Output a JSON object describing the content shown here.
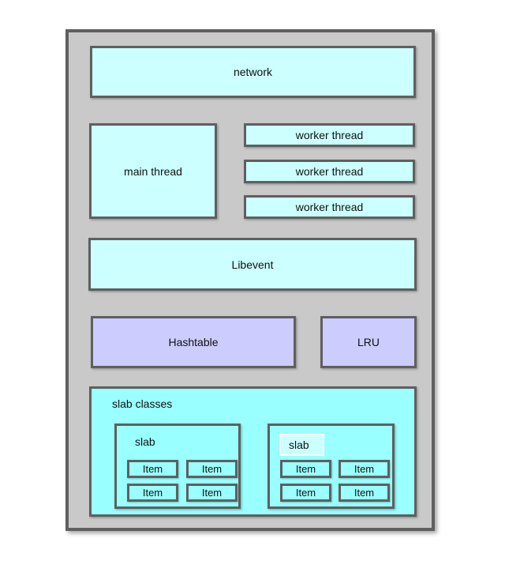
{
  "diagram": {
    "boxes": {
      "network": "network",
      "main_thread": "main thread",
      "worker_threads": [
        "worker thread",
        "worker thread",
        "worker thread"
      ],
      "libevent": "Libevent",
      "hashtable": "Hashtable",
      "lru": "LRU",
      "slab_classes_label": "slab classes",
      "slabs": [
        {
          "label": "slab",
          "editing": false,
          "items": [
            "Item",
            "Item",
            "Item",
            "Item"
          ]
        },
        {
          "label": "slab",
          "editing": true,
          "items": [
            "Item",
            "Item",
            "Item",
            "Item"
          ]
        }
      ]
    },
    "colors": {
      "outer_fill": "#c9c9c9",
      "border": "#5f5f5f",
      "cyan_light": "#ccffff",
      "lavender": "#ccccff",
      "cyan_bright": "#99ffff",
      "edit_field_fill": "#ccffff",
      "edit_field_border": "#ffffff",
      "text": "#111111"
    }
  }
}
